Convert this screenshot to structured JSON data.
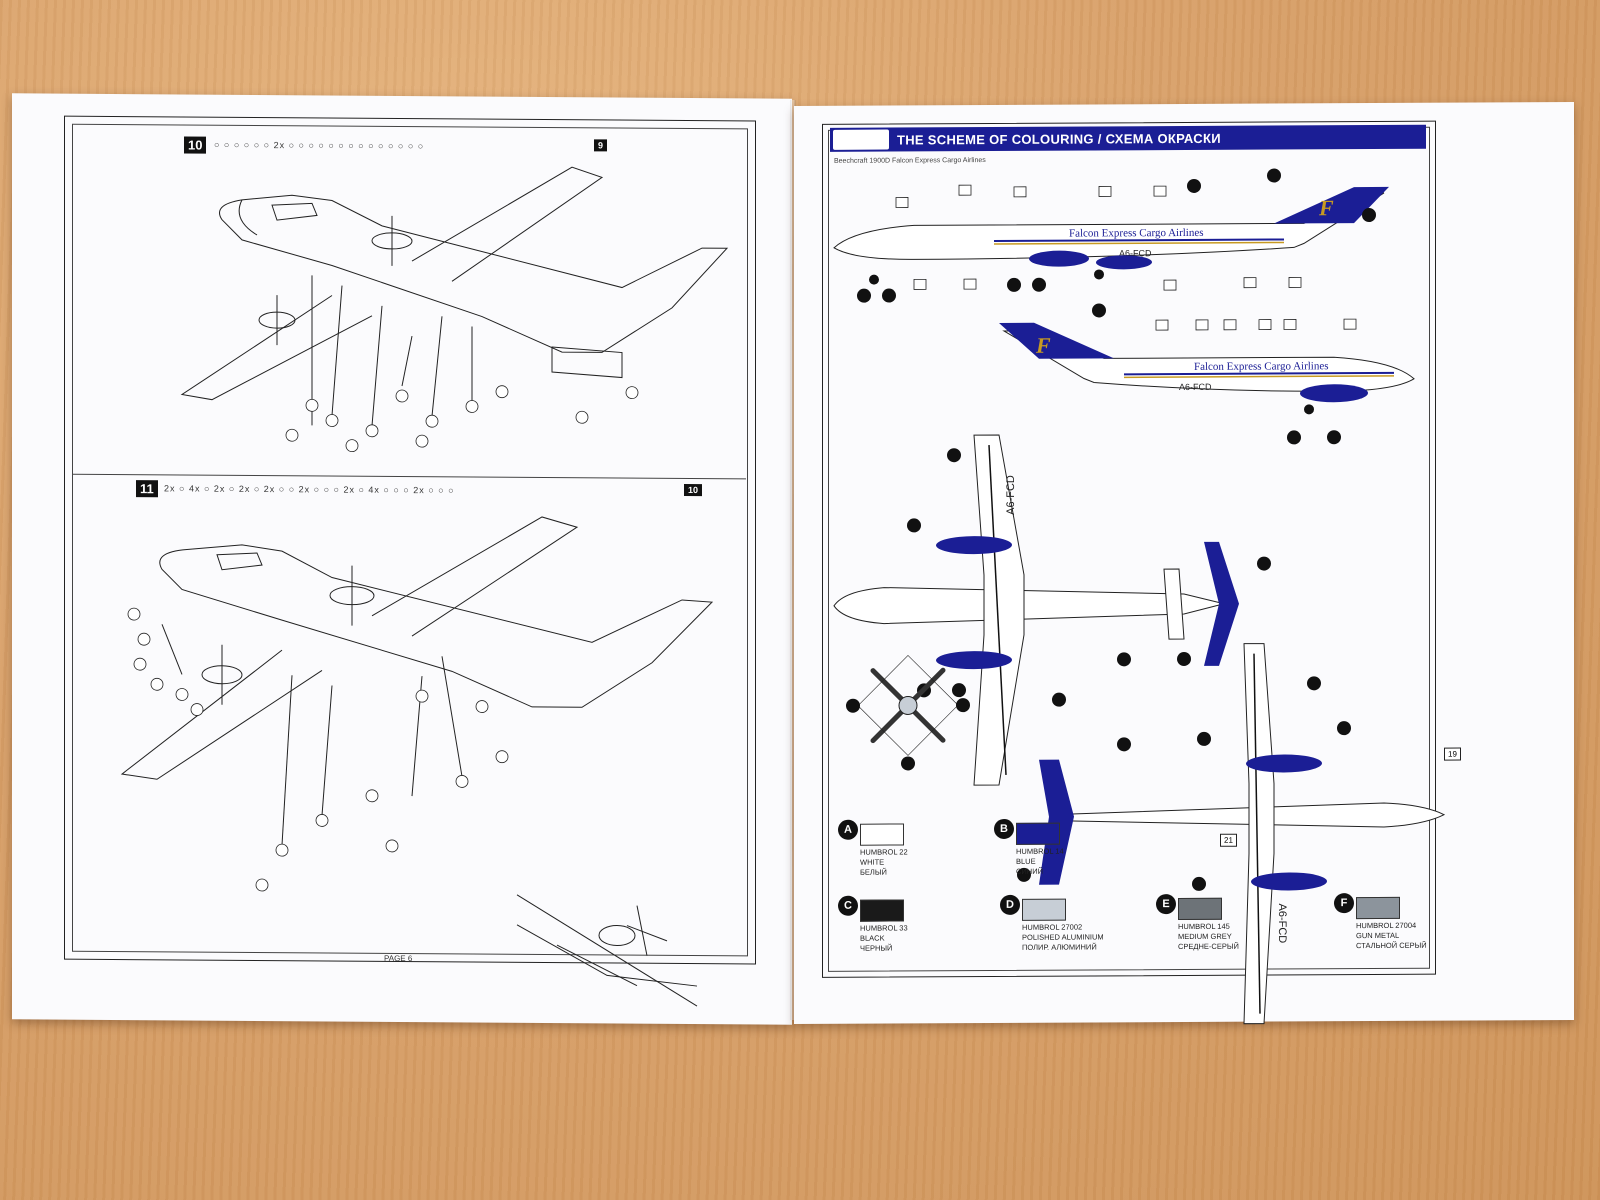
{
  "left_page": {
    "steps": [
      {
        "number": "10",
        "parts_text": "○ ○ ○ ○ ○ ○  2x  ○ ○ ○ ○ ○ ○ ○ ○ ○ ○ ○ ○ ○ ○",
        "end_badge": "9"
      },
      {
        "number": "11",
        "parts_text": "2x ○  4x ○  2x ○  2x ○  2x ○ ○  2x ○ ○ ○  2x ○  4x ○ ○ ○  2x ○ ○ ○",
        "end_badge": "10"
      }
    ],
    "page_label": "PAGE 6"
  },
  "right_page": {
    "header_title": "THE SCHEME OF COLOURING / СХЕМА ОКРАСКИ",
    "subtitle": "Beechcraft 1900D Falcon Express Cargo Airlines",
    "livery": {
      "fuselage_text": "Falcon Express Cargo Airlines",
      "registration": "A6-FCD",
      "tail_letter": "F"
    },
    "callouts": [
      "21",
      "19"
    ],
    "colors": [
      {
        "letter": "A",
        "swatch": "#ffffff",
        "lines": [
          "HUMBROL 22",
          "WHITE",
          "БЕЛЫЙ"
        ]
      },
      {
        "letter": "B",
        "swatch": "#1b1e95",
        "lines": [
          "HUMBROL 14",
          "BLUE",
          "СИНИЙ"
        ]
      },
      {
        "letter": "C",
        "swatch": "#1a1a1a",
        "lines": [
          "HUMBROL 33",
          "BLACK",
          "ЧЕРНЫЙ"
        ]
      },
      {
        "letter": "D",
        "swatch": "#c7ced6",
        "lines": [
          "HUMBROL 27002",
          "POLISHED ALUMINIUM",
          "ПОЛИР. АЛЮМИНИЙ"
        ]
      },
      {
        "letter": "E",
        "swatch": "#6d7378",
        "lines": [
          "HUMBROL 145",
          "MEDIUM GREY",
          "СРЕДНЕ-СЕРЫЙ"
        ]
      },
      {
        "letter": "F",
        "swatch": "#8c949c",
        "lines": [
          "HUMBROL 27004",
          "GUN METAL",
          "СТАЛЬНОЙ СЕРЫЙ"
        ]
      }
    ]
  }
}
